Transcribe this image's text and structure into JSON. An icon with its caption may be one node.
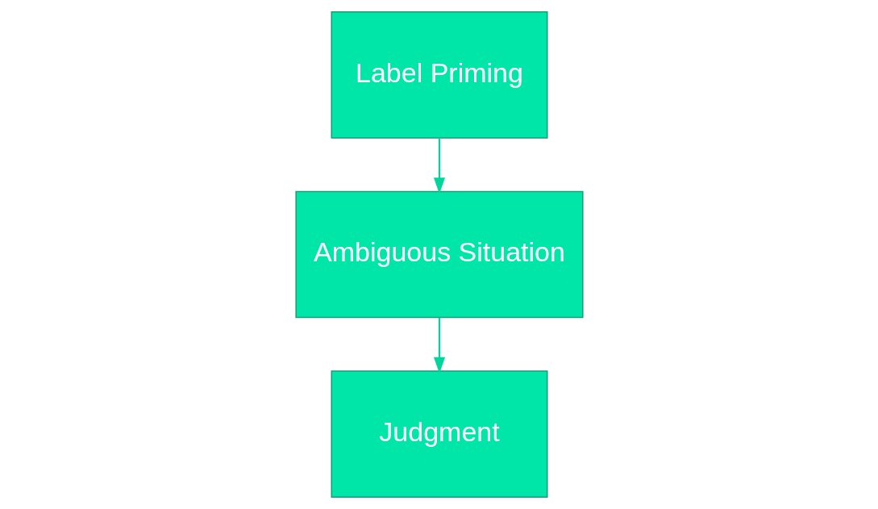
{
  "diagram": {
    "nodes": [
      {
        "text": [
          "Label Priming"
        ]
      },
      {
        "text": [
          "Ambiguous Situation"
        ]
      },
      {
        "text": [
          "Judgment"
        ]
      }
    ],
    "edges": [
      {
        "from": 0,
        "to": 1,
        "arrow": "to"
      },
      {
        "from": 1,
        "to": 2,
        "arrow": "to"
      }
    ]
  }
}
